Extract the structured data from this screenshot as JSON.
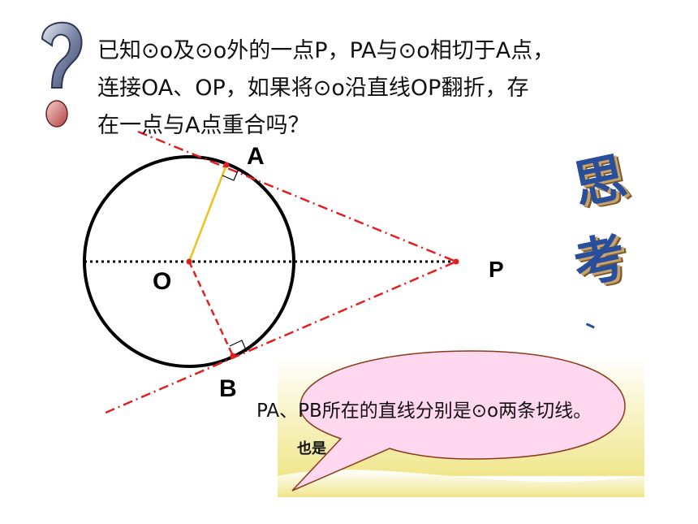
{
  "question": {
    "line1": "已知⊙o及⊙o外的一点P，PA与⊙o相切于A点，",
    "line2": "连接OA、OP，如果将⊙o沿直线OP翻折，存",
    "line3": "在一点与A点重合吗？"
  },
  "points": {
    "A": "A",
    "B": "B",
    "O": "O",
    "P": "P"
  },
  "callout": {
    "main": "PA、PB所在的直线分别是⊙o两条切线。",
    "partial1": "也是"
  },
  "side_title": [
    "思",
    "考"
  ],
  "colors": {
    "circle": "#000000",
    "tangent": "#e02020",
    "radius_OA": "#f0c020",
    "axis": "#000000",
    "callout_fill": "#f5f0a0",
    "bubble_fill": "#ffd8f0",
    "bubble_stroke": "#8a3a1a",
    "think": "#2a4f9a"
  },
  "icons": [
    "question-mark-icon",
    "right-angle-icon"
  ]
}
